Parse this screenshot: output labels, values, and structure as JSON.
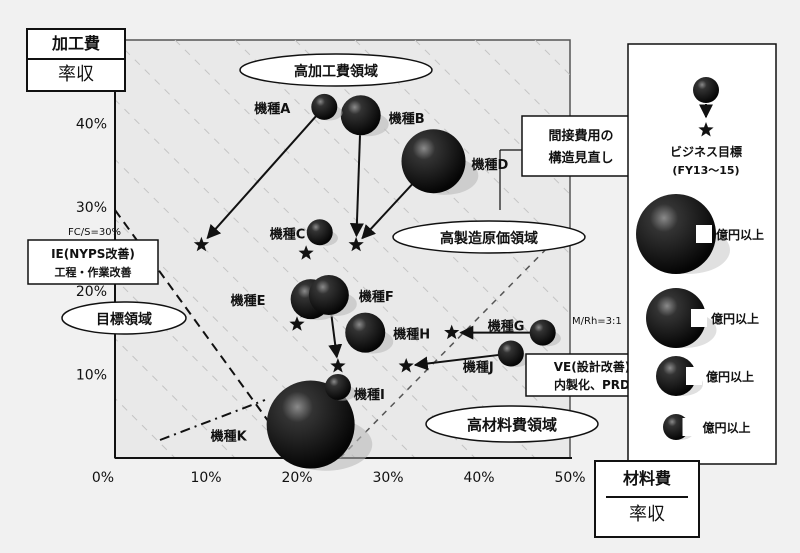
{
  "chart_data": {
    "type": "scatter",
    "xlabel": {
      "top": "材料費",
      "bottom": "率収"
    },
    "ylabel": {
      "top": "加工費",
      "bottom": "率収"
    },
    "xlim": [
      0,
      50
    ],
    "ylim": [
      0,
      50
    ],
    "x_ticks": [
      "0%",
      "10%",
      "20%",
      "30%",
      "40%",
      "50%"
    ],
    "y_ticks": [
      "10%",
      "20%",
      "30%",
      "40%"
    ],
    "points": [
      {
        "name": "機種A",
        "x": 23.0,
        "y": 42.0,
        "size": "small"
      },
      {
        "name": "機種B",
        "x": 27.0,
        "y": 41.0,
        "size": "medium"
      },
      {
        "name": "機種C",
        "x": 22.5,
        "y": 27.0,
        "size": "small"
      },
      {
        "name": "機種D",
        "x": 35.0,
        "y": 35.5,
        "size": "large"
      },
      {
        "name": "機種E",
        "x": 21.5,
        "y": 19.0,
        "size": "medium"
      },
      {
        "name": "機種F",
        "x": 23.5,
        "y": 19.5,
        "size": "medium"
      },
      {
        "name": "機種G",
        "x": 47.0,
        "y": 15.0,
        "size": "small"
      },
      {
        "name": "機種H",
        "x": 27.5,
        "y": 15.0,
        "size": "medium"
      },
      {
        "name": "機種I",
        "x": 24.5,
        "y": 8.5,
        "size": "small"
      },
      {
        "name": "機種J",
        "x": 43.5,
        "y": 12.5,
        "size": "small"
      },
      {
        "name": "機種K",
        "x": 21.5,
        "y": 4.0,
        "size": "xlarge"
      }
    ],
    "targets": [
      {
        "x": 9.5,
        "y": 25.5
      },
      {
        "x": 26.5,
        "y": 25.5
      },
      {
        "x": 21.0,
        "y": 24.5
      },
      {
        "x": 37.0,
        "y": 15.0
      },
      {
        "x": 32.0,
        "y": 11.0
      },
      {
        "x": 20.0,
        "y": 16.0
      },
      {
        "x": 24.5,
        "y": 11.0
      }
    ],
    "arrows": [
      {
        "from": [
          23.0,
          42.0
        ],
        "to": [
          9.5,
          25.5
        ]
      },
      {
        "from": [
          27.0,
          41.0
        ],
        "to": [
          26.5,
          25.5
        ]
      },
      {
        "from": [
          35.0,
          35.5
        ],
        "to": [
          26.5,
          25.5
        ]
      },
      {
        "from": [
          47.0,
          15.0
        ],
        "to": [
          37.0,
          15.0
        ]
      },
      {
        "from": [
          43.5,
          12.5
        ],
        "to": [
          32.0,
          11.0
        ]
      },
      {
        "from": [
          21.5,
          19.0
        ],
        "to": [
          20.0,
          16.0
        ]
      },
      {
        "from": [
          23.5,
          19.5
        ],
        "to": [
          24.5,
          11.0
        ]
      }
    ],
    "regions": [
      {
        "label": "高加工費領域"
      },
      {
        "label": "高製造原価領域"
      },
      {
        "label": "目標領域"
      },
      {
        "label": "高材料費領域"
      }
    ],
    "annotations": [
      {
        "label": "間接費用の\n構造見直し"
      },
      {
        "label": "IE(NYPS改善)\n工程・作業改善"
      },
      {
        "label": "VE(設計改善)\n内製化、PRD"
      },
      {
        "label": "FC/S=30%"
      },
      {
        "label": "M/Rh=3:1"
      }
    ],
    "legend": {
      "target_label": "ビジネス目標\n(FY13～15)",
      "items": [
        "億円以上",
        "億円以上",
        "億円以上",
        "億円以上"
      ]
    }
  }
}
